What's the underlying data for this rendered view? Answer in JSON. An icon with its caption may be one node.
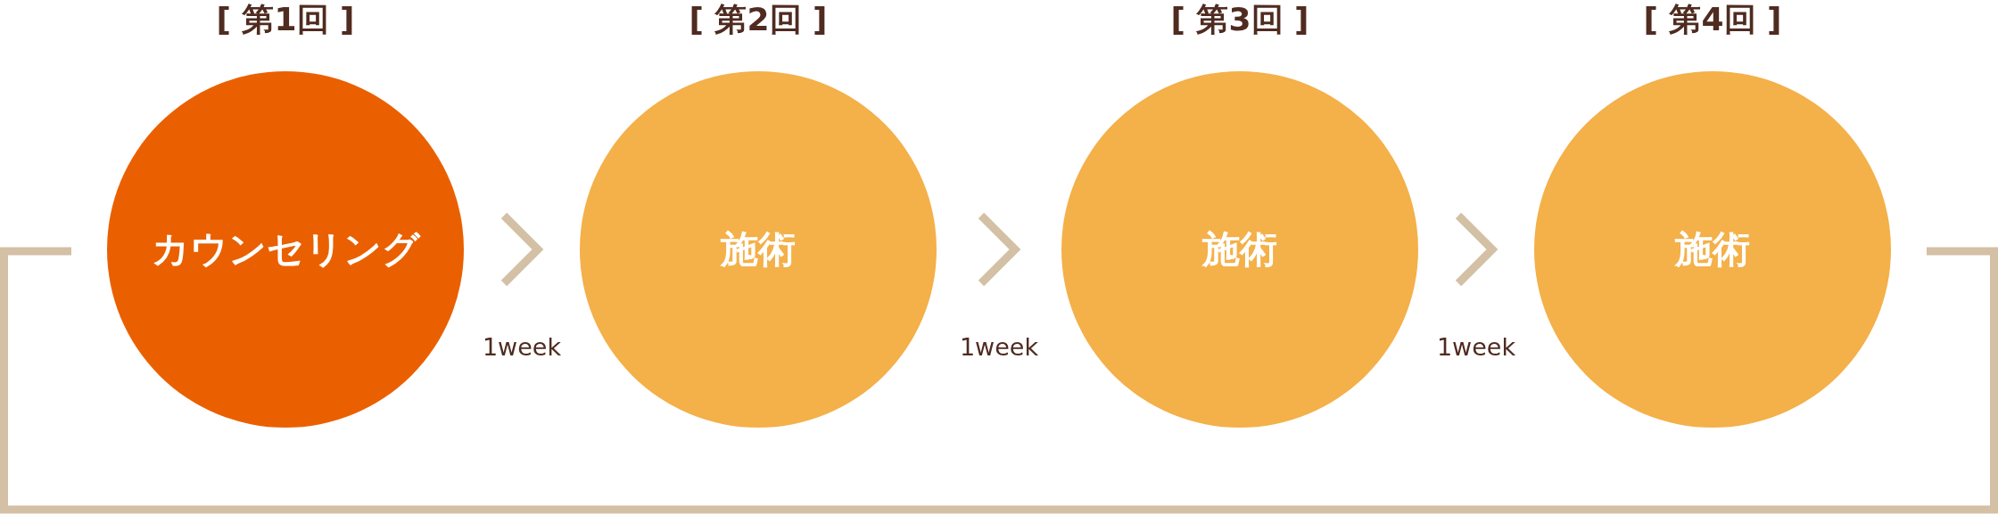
{
  "diagram": {
    "nodes": [
      {
        "text": [
          "[ 第1回 ]",
          "カウンセリング"
        ]
      },
      {
        "text": [
          "[ 第2回 ]",
          "施術"
        ]
      },
      {
        "text": [
          "[ 第3回 ]",
          "施術"
        ]
      },
      {
        "text": [
          "[ 第4回 ]",
          "施術"
        ]
      }
    ],
    "edges": [
      {
        "from": 0,
        "to": 1,
        "arrow": "to",
        "label": "1week"
      },
      {
        "from": 1,
        "to": 2,
        "arrow": "to",
        "label": "1week"
      },
      {
        "from": 2,
        "to": 3,
        "arrow": "to",
        "label": "1week"
      },
      {
        "from": 3,
        "to": 0,
        "arrow": "none"
      }
    ]
  }
}
